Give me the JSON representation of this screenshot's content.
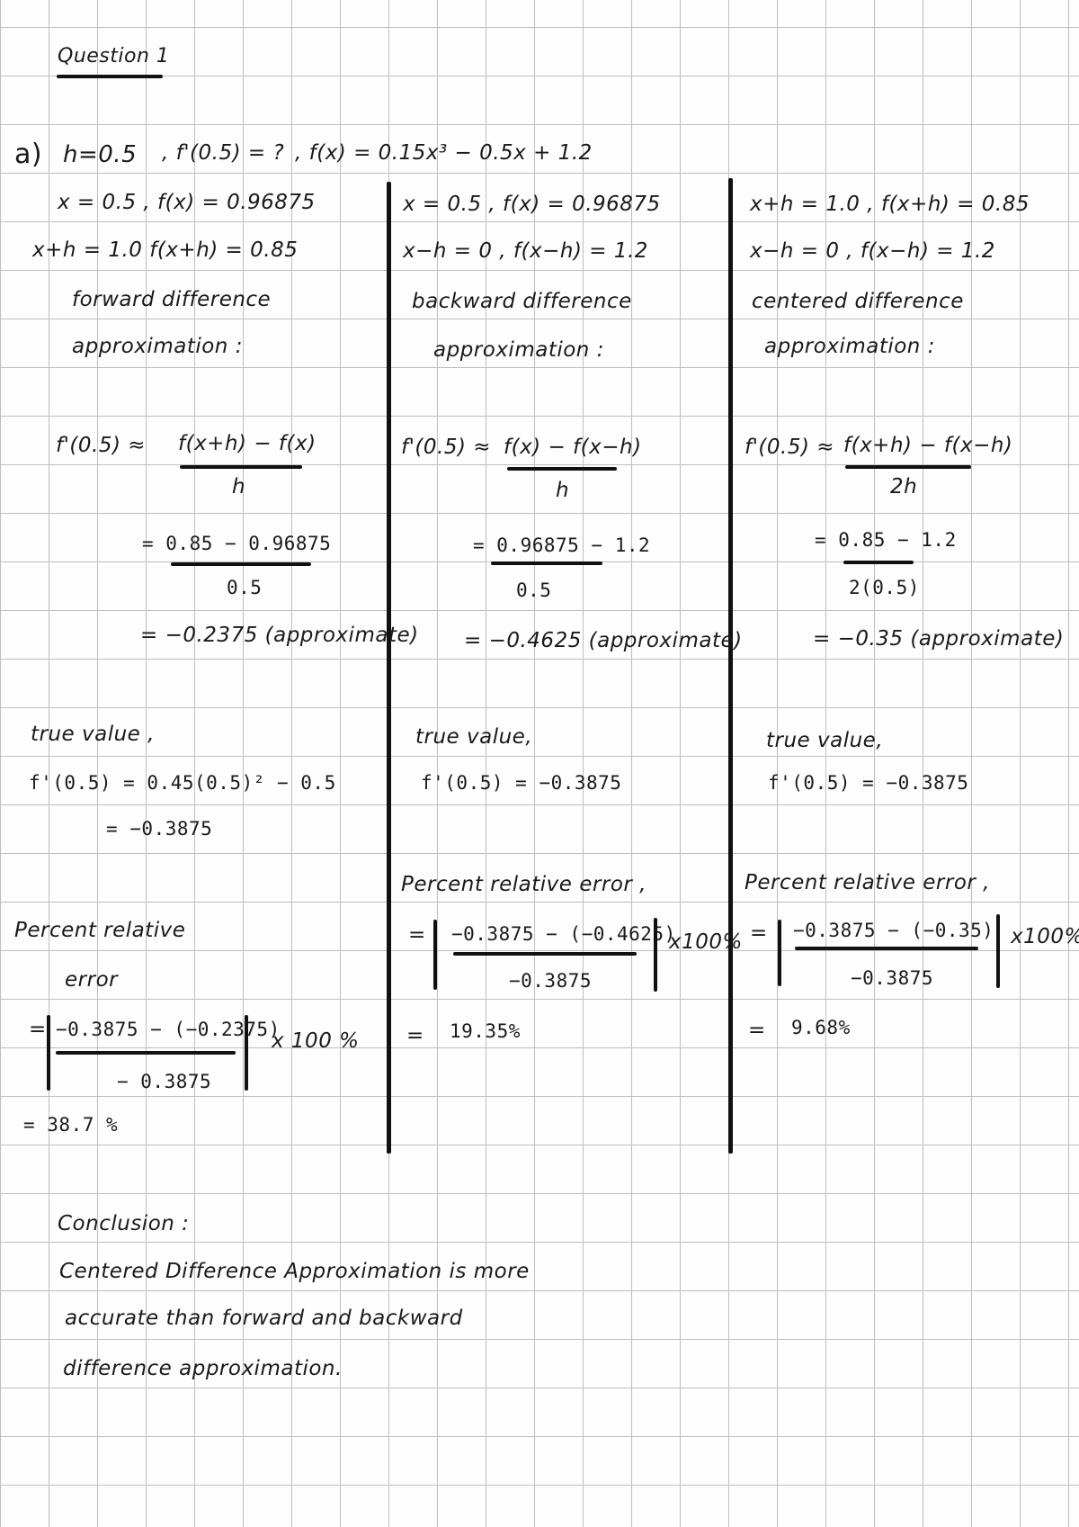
{
  "header": {
    "title": "Question 1"
  },
  "problem": {
    "part_label": "a)",
    "h": "h=0.5",
    "unknown": ", f'(0.5) = ?",
    "function": ", f(x) = 0.15x³ − 0.5x + 1.2"
  },
  "forward": {
    "line1": "x = 0.5   ,  f(x) = 0.96875",
    "line2": "x+h = 1.0    f(x+h) = 0.85",
    "method1": "forward difference",
    "method2": "approximation :",
    "formula_lhs": "f'(0.5) ≈",
    "formula_num": "f(x+h) − f(x)",
    "formula_den": "h",
    "sub_num": "= 0.85 − 0.96875",
    "sub_den": "0.5",
    "result": "= −0.2375 (approximate)",
    "true_label": "true value ,",
    "true_formula": "f'(0.5) = 0.45(0.5)² − 0.5",
    "true_result": "= −0.3875",
    "err_label1": "Percent relative",
    "err_label2": "error",
    "err_eq": "=",
    "err_num": "−0.3875 − (−0.2375)",
    "err_den": "− 0.3875",
    "err_mult": "x 100 %",
    "err_result": "= 38.7 %"
  },
  "backward": {
    "line1": "x = 0.5 , f(x) = 0.96875",
    "line2": "x−h = 0 , f(x−h) = 1.2",
    "method1": "backward difference",
    "method2": "approximation :",
    "formula_lhs": "f'(0.5) ≈",
    "formula_num": "f(x) − f(x−h)",
    "formula_den": "h",
    "sub_num": "= 0.96875 − 1.2",
    "sub_den": "0.5",
    "result": "= −0.4625 (approximate)",
    "true_label": "true value,",
    "true_formula": "f'(0.5) = −0.3875",
    "err_label": "Percent relative error ,",
    "err_eq": "=",
    "err_num": "−0.3875 − (−0.4625)",
    "err_den": "−0.3875",
    "err_mult": "x100%",
    "err_result_eq": "=",
    "err_result": "19.35%"
  },
  "centered": {
    "line1": "x+h = 1.0  , f(x+h) = 0.85",
    "line2": "x−h = 0  , f(x−h) = 1.2",
    "method1": "centered difference",
    "method2": "approximation :",
    "formula_lhs": "f'(0.5) ≈",
    "formula_num": "f(x+h) − f(x−h)",
    "formula_den": "2h",
    "sub_num": "= 0.85 − 1.2",
    "sub_den": "2(0.5)",
    "result": "= −0.35 (approximate)",
    "true_label": "true value,",
    "true_formula": "f'(0.5) = −0.3875",
    "err_label": "Percent relative error ,",
    "err_eq": "=",
    "err_num": "−0.3875 − (−0.35)",
    "err_den": "−0.3875",
    "err_mult": "x100%",
    "err_result_eq": "=",
    "err_result": "9.68%"
  },
  "conclusion": {
    "heading": "Conclusion :",
    "line1": "Centered Difference Approximation is more",
    "line2": "accurate than forward and backward",
    "line3": "difference approximation."
  }
}
